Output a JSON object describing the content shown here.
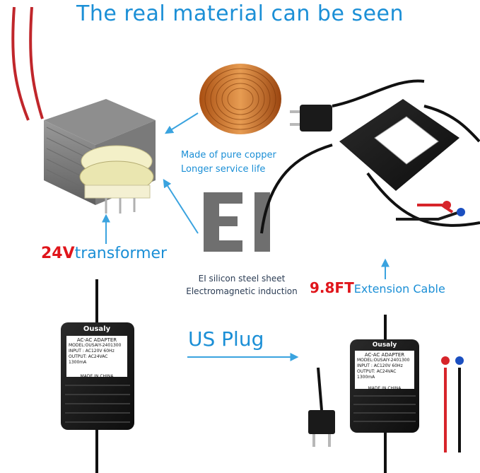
{
  "headline": "The real material can be seen",
  "copper": {
    "line1": "Made of pure copper",
    "line2": "Longer service life"
  },
  "steel": {
    "big": "EI",
    "line1": "EI silicon steel sheet",
    "line2": "Electromagnetic induction"
  },
  "transformer": {
    "voltage": "24V",
    "word": "transformer"
  },
  "cable": {
    "length": "9.8FT",
    "word": "Extension Cable"
  },
  "plug": {
    "label": "US Plug"
  },
  "adapter": {
    "brand": "Ousaly",
    "type": "AC-AC ADAPTER",
    "model": "MODEL:OUSAIY-2401300",
    "input": "INPUT : AC120V  60Hz",
    "output": "OUTPUT: AC24VAC  1300mA",
    "origin": "MADE IN CHINA"
  },
  "colors": {
    "blue": "#1b8fd6",
    "red": "#e0151b",
    "arrow": "#3aa3df"
  }
}
